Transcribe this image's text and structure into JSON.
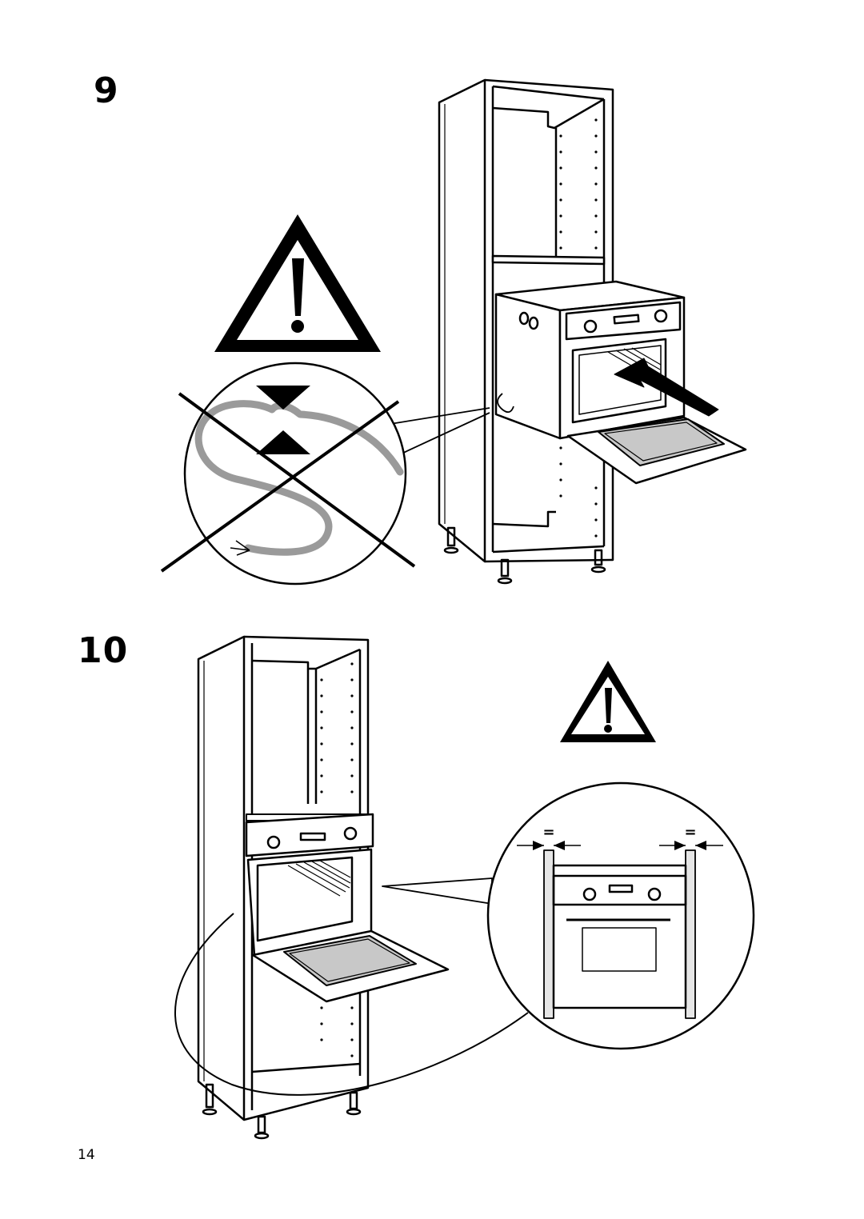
{
  "steps": [
    {
      "number": "9",
      "illustration": "oven-insertion-cable-warning"
    },
    {
      "number": "10",
      "illustration": "oven-centered-equal-gaps"
    }
  ],
  "gap_marks": {
    "left": "=",
    "right": "="
  },
  "page_number": "14",
  "icons": [
    "warning-triangle-icon",
    "cross-out-icon",
    "push-arrow-icon",
    "compression-arrows-icon"
  ],
  "colors": {
    "ink": "#000000",
    "cable": "#9a9a9a",
    "tray": "#c8c8c8"
  }
}
